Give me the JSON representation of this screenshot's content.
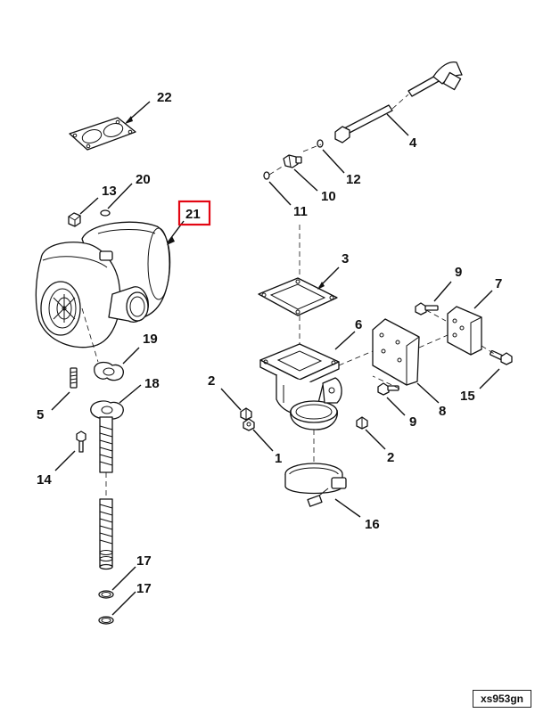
{
  "diagram": {
    "callouts": {
      "c1": "1",
      "c2a": "2",
      "c2b": "2",
      "c3": "3",
      "c4": "4",
      "c5": "5",
      "c6": "6",
      "c7": "7",
      "c8": "8",
      "c9a": "9",
      "c9b": "9",
      "c10": "10",
      "c11": "11",
      "c12": "12",
      "c13": "13",
      "c14": "14",
      "c15": "15",
      "c16": "16",
      "c17a": "17",
      "c17b": "17",
      "c18": "18",
      "c19": "19",
      "c20": "20",
      "c21": "21",
      "c22": "22"
    },
    "highlighted_callout": "21",
    "highlight_color": "#e30613",
    "drawing_code": "xs953gn"
  }
}
